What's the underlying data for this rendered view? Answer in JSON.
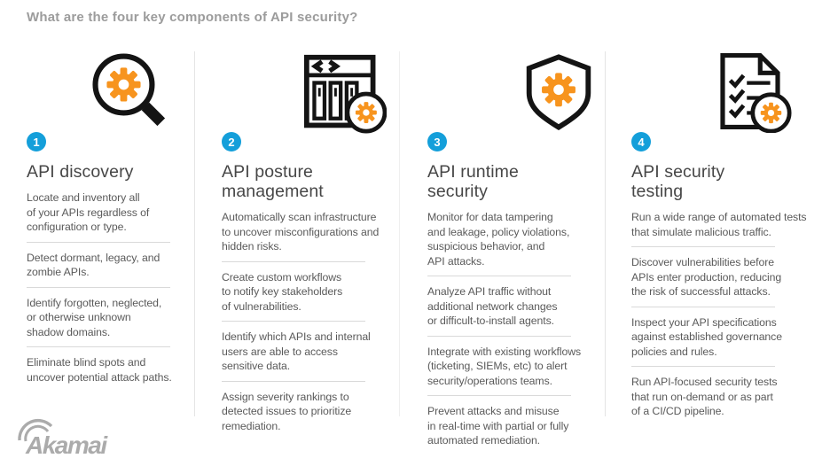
{
  "page_title": "What are the four key components of API security?",
  "brand": {
    "logo_text": "Akamai"
  },
  "colors": {
    "accent_blue": "#149fda",
    "accent_orange": "#f7941e",
    "icon_stroke": "#141414",
    "heading_text": "#474747",
    "body_text": "#5a5a5a",
    "title_text": "#9c9c9c",
    "divider": "#e4e4e4",
    "logo_gray": "#ababab"
  },
  "columns": [
    {
      "number": "1",
      "icon": "magnifier-gear-icon",
      "title": "API discovery",
      "items": [
        "Locate and inventory all\nof your APIs regardless of\nconfiguration or type.",
        "Detect dormant, legacy, and\nzombie APIs.",
        "Identify forgotten, neglected,\nor otherwise unknown\nshadow domains.",
        "Eliminate blind spots and\nuncover potential attack paths."
      ]
    },
    {
      "number": "2",
      "icon": "code-window-gear-icon",
      "title": "API posture\nmanagement",
      "items": [
        "Automatically scan infrastructure\nto uncover misconfigurations and\nhidden risks.",
        "Create custom workflows\nto notify key stakeholders\nof vulnerabilities.",
        "Identify which APIs and internal\nusers are able to access\nsensitive data.",
        "Assign severity rankings to\ndetected issues to prioritize\nremediation."
      ]
    },
    {
      "number": "3",
      "icon": "shield-gear-icon",
      "title": "API runtime\nsecurity",
      "items": [
        "Monitor for data tampering\nand leakage, policy violations,\nsuspicious behavior, and\nAPI attacks.",
        "Analyze API traffic without\nadditional network changes\nor difficult-to-install agents.",
        "Integrate with existing workflows\n(ticketing, SIEMs, etc) to alert\nsecurity/operations teams.",
        "Prevent attacks and misuse\nin real-time with partial or fully\nautomated remediation."
      ]
    },
    {
      "number": "4",
      "icon": "checklist-gear-icon",
      "title": "API security\ntesting",
      "items": [
        "Run a wide range of automated tests\nthat simulate malicious traffic.",
        "Discover vulnerabilities before\nAPIs enter production, reducing\nthe risk of successful attacks.",
        "Inspect your API specifications\nagainst established governance\npolicies and rules.",
        "Run API-focused security tests\nthat run on-demand or as part\nof a CI/CD pipeline."
      ]
    }
  ]
}
